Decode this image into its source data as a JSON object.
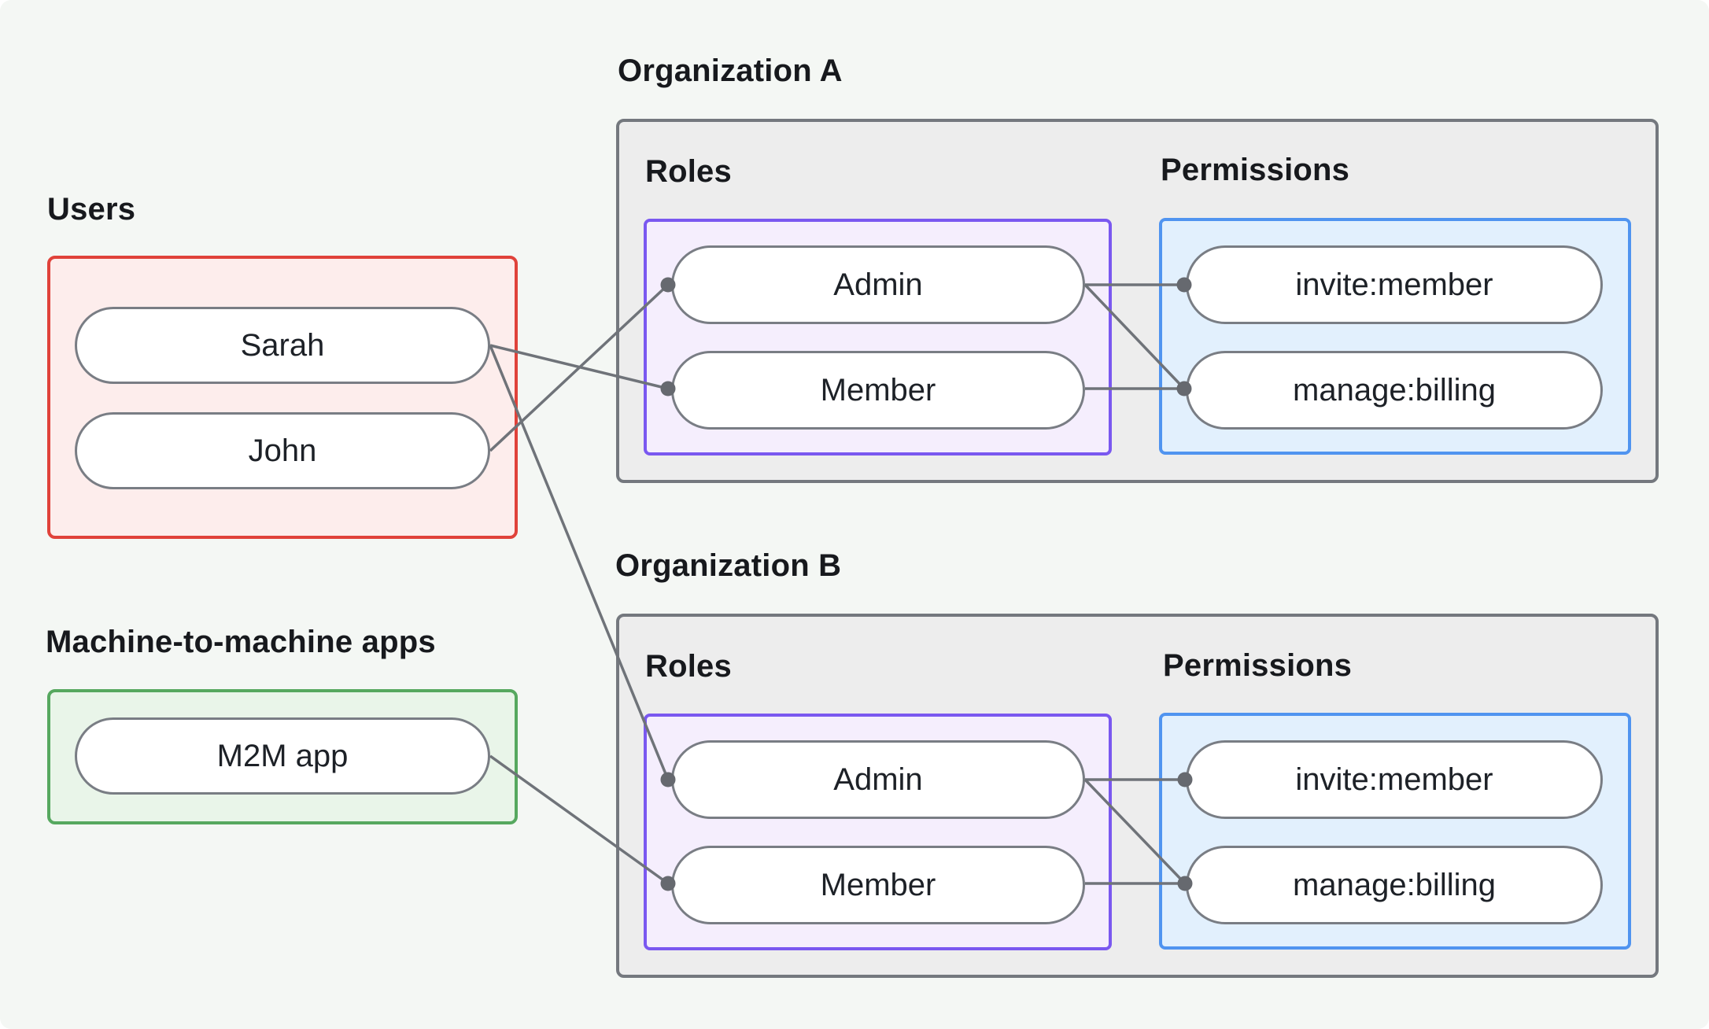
{
  "page": {
    "background": "#f4f7f4"
  },
  "groups": {
    "users": {
      "label": "Users",
      "border_color": "#e0423a",
      "fill_color": "#fdedec",
      "items": [
        "Sarah",
        "John"
      ]
    },
    "m2m": {
      "label": "Machine-to-machine apps",
      "border_color": "#56a85f",
      "fill_color": "#e9f5e9",
      "items": [
        "M2M app"
      ]
    },
    "org_a": {
      "title": "Organization A",
      "roles_label": "Roles",
      "permissions_label": "Permissions",
      "roles": [
        "Admin",
        "Member"
      ],
      "permissions": [
        "invite:member",
        "manage:billing"
      ],
      "roles_border_color": "#7a58f0",
      "permissions_border_color": "#5094f0"
    },
    "org_b": {
      "title": "Organization B",
      "roles_label": "Roles",
      "permissions_label": "Permissions",
      "roles": [
        "Admin",
        "Member"
      ],
      "permissions": [
        "invite:member",
        "manage:billing"
      ],
      "roles_border_color": "#7a58f0",
      "permissions_border_color": "#5094f0"
    }
  },
  "edges": [
    {
      "from": "Sarah",
      "to": "Member",
      "scope": "Organization A"
    },
    {
      "from": "John",
      "to": "Admin",
      "scope": "Organization A"
    },
    {
      "from": "Sarah",
      "to": "Admin",
      "scope": "Organization B"
    },
    {
      "from": "M2M app",
      "to": "Member",
      "scope": "Organization B"
    },
    {
      "from": "Admin",
      "to": "invite:member",
      "scope": "Organization A"
    },
    {
      "from": "Admin",
      "to": "manage:billing",
      "scope": "Organization A"
    },
    {
      "from": "Member",
      "to": "manage:billing",
      "scope": "Organization A"
    },
    {
      "from": "Admin",
      "to": "invite:member",
      "scope": "Organization B"
    },
    {
      "from": "Admin",
      "to": "manage:billing",
      "scope": "Organization B"
    },
    {
      "from": "Member",
      "to": "manage:billing",
      "scope": "Organization B"
    }
  ],
  "edge_style": {
    "line_color": "#6f7379",
    "dot_color": "#66696f"
  }
}
